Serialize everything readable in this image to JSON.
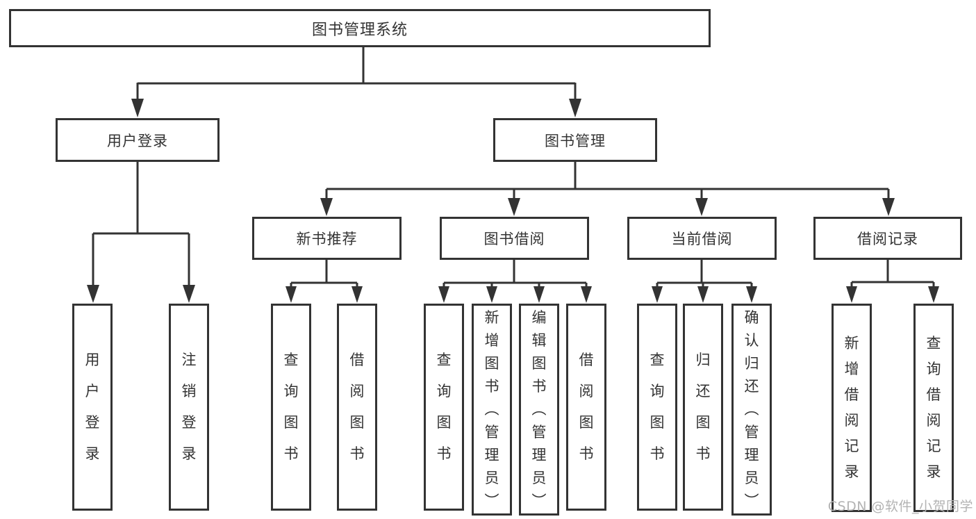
{
  "diagram": {
    "root": {
      "label": "图书管理系统"
    },
    "level2": [
      {
        "label": "用户登录"
      },
      {
        "label": "图书管理"
      }
    ],
    "level3": [
      {
        "label": "新书推荐"
      },
      {
        "label": "图书借阅"
      },
      {
        "label": "当前借阅"
      },
      {
        "label": "借阅记录"
      }
    ],
    "leaves": [
      {
        "label": "用户登录"
      },
      {
        "label": "注销登录"
      },
      {
        "label": "查询图书"
      },
      {
        "label": "借阅图书"
      },
      {
        "label": "查询图书"
      },
      {
        "label": "新增图书（管理员）"
      },
      {
        "label": "编辑图书（管理员）"
      },
      {
        "label": "借阅图书"
      },
      {
        "label": "查询图书"
      },
      {
        "label": "归还图书"
      },
      {
        "label": "确认归还（管理员）"
      },
      {
        "label": "新增借阅记录"
      },
      {
        "label": "查询借阅记录"
      }
    ]
  },
  "watermark": {
    "text": "CSDN @软件_小贺同学"
  },
  "colors": {
    "line": "#333333",
    "border": "#333333",
    "text": "#333333",
    "watermark": "#b3b3b3",
    "background": "#ffffff"
  }
}
